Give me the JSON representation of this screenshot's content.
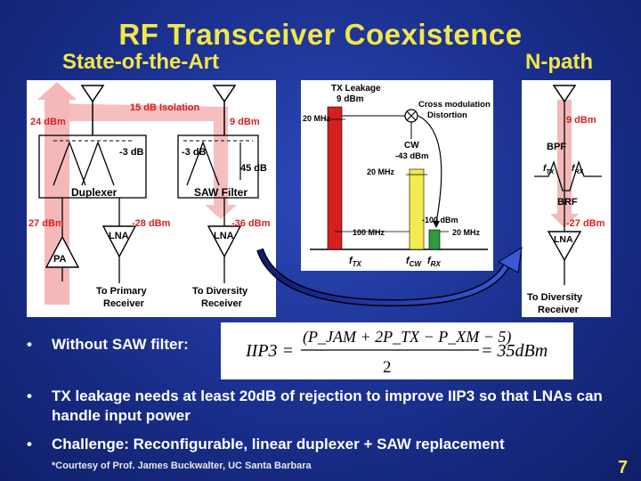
{
  "title": "RF Transceiver Coexistence",
  "subtitle_left": "State-of-the-Art",
  "subtitle_right": "N-path",
  "sota": {
    "isolation": "15 dB Isolation",
    "tx_power": "24 dBm",
    "rx_leak": "9 dBm",
    "duplexer_loss": "-3 dB",
    "saw_loss": "-3 dB",
    "saw_rej": "45 dB",
    "duplexer": "Duplexer",
    "saw": "SAW Filter",
    "pa_out": "27 dBm",
    "lna1_in": "-28 dBm",
    "lna2_in": "-36 dBm",
    "lna1": "LNA",
    "lna2": "LNA",
    "pa": "PA",
    "rx_primary_1": "To Primary",
    "rx_primary_2": "Receiver",
    "rx_div_1": "To Diversity",
    "rx_div_2": "Receiver"
  },
  "spectrum": {
    "tx_leak": "TX Leakage",
    "tx_leak_val": "9 dBm",
    "bw1": "20 MHz",
    "cross": "Cross modulation",
    "distortion": "Distortion",
    "cw": "CW",
    "cw_val": "-43 dBm",
    "bw2": "20 MHz",
    "bw3": "100 MHz",
    "rx_val": "-100 dBm",
    "bw4": "20 MHz",
    "f_tx": "f",
    "f_tx_sub": "TX",
    "f_cw": "f",
    "f_cw_sub": "CW",
    "f_rx": "f",
    "f_rx_sub": "RX"
  },
  "npath": {
    "leak": "9 dBm",
    "bpf": "BPF",
    "ftx": "f",
    "ftx_sub": "TX",
    "frx": "f",
    "frx_sub": "RX",
    "brf": "BRF",
    "in": "-27 dBm",
    "lna": "LNA",
    "rx_1": "To Diversity",
    "rx_2": "Receiver"
  },
  "bullets": {
    "b1": "Without SAW filter:",
    "b2": "TX leakage needs at least 20dB of rejection to improve IIP3 so that LNAs can handle input power",
    "b3": "Challenge: Reconfigurable, linear duplexer + SAW replacement"
  },
  "equation": {
    "lhs": "IIP3 =",
    "num": "(P_JAM + 2P_TX − P_XM − 5)",
    "den": "2",
    "rhs": "= 35dBm"
  },
  "footnote": "*Courtesy of Prof. James Buckwalter, UC Santa Barbara",
  "page_number": "7"
}
